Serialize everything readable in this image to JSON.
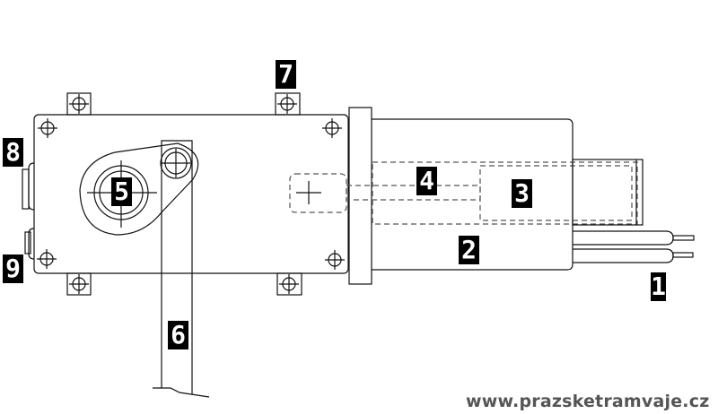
{
  "labels": {
    "l1": "1",
    "l2": "2",
    "l3": "3",
    "l4": "4",
    "l5": "5",
    "l6": "6",
    "l7": "7",
    "l8": "8",
    "l9": "9"
  },
  "watermark": "www.prazsketramvaje.cz"
}
